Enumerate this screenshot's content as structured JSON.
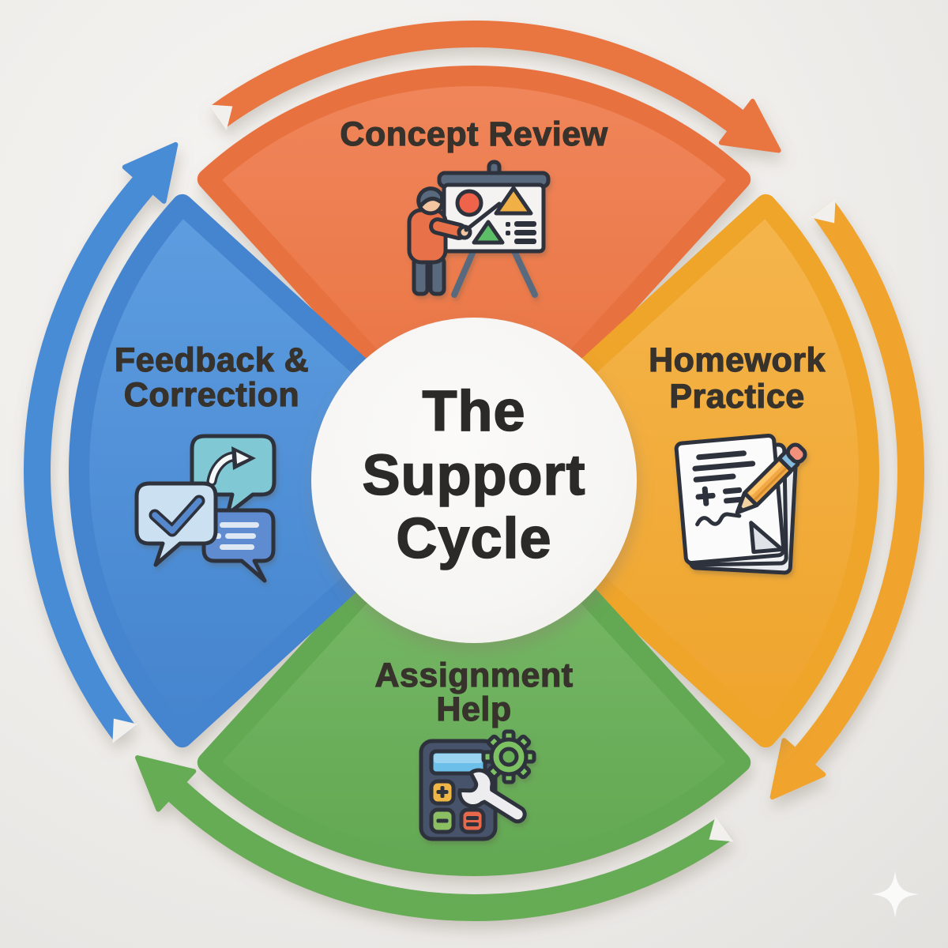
{
  "diagram": {
    "center": {
      "title_lines": [
        "The",
        "Support",
        "Cycle"
      ],
      "circle_color": "#F7F6F4",
      "text_color": "#2B2A28"
    },
    "segments": [
      {
        "name": "concept-review",
        "position": "top",
        "label_lines": [
          "Concept Review"
        ],
        "color": "#E8713F",
        "color_light": "#F0865B",
        "icon": "presentation-easel-icon"
      },
      {
        "name": "homework-practice",
        "position": "right",
        "label_lines": [
          "Homework",
          "Practice"
        ],
        "color": "#EFA42C",
        "color_light": "#F5B54C",
        "icon": "paper-pencil-icon"
      },
      {
        "name": "assignment-help",
        "position": "bottom",
        "label_lines": [
          "Assignment",
          "Help"
        ],
        "color": "#63A853",
        "color_light": "#7CBC6B",
        "icon": "calculator-tools-icon"
      },
      {
        "name": "feedback-correction",
        "position": "left",
        "label_lines": [
          "Feedback &",
          "Correction"
        ],
        "color": "#4484CE",
        "color_light": "#5E9DE0",
        "icon": "chat-bubbles-icon"
      }
    ],
    "arrows": [
      {
        "name": "cycle-arrow-top",
        "color": "#E97440",
        "direction": "clockwise"
      },
      {
        "name": "cycle-arrow-right",
        "color": "#F0A42E",
        "direction": "clockwise"
      },
      {
        "name": "cycle-arrow-bottom",
        "color": "#66AC55",
        "direction": "clockwise"
      },
      {
        "name": "cycle-arrow-left",
        "color": "#4A8CD6",
        "direction": "clockwise"
      }
    ],
    "label_color": "#37322C",
    "background": {
      "color": "#F1F0ED",
      "edge_color": "#E6E4E1"
    },
    "watermark": {
      "name": "sparkle",
      "color": "#FCFCFB"
    }
  }
}
